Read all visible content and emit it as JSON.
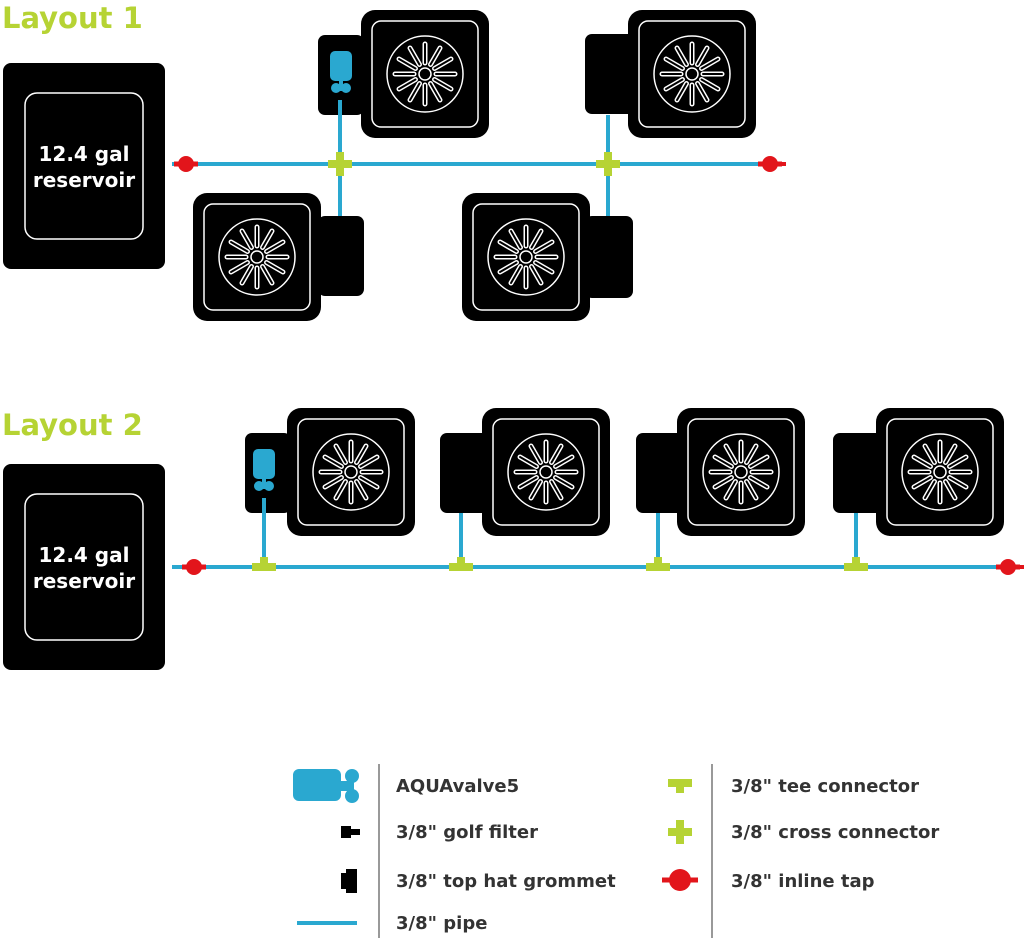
{
  "layout1": {
    "title": "Layout 1",
    "reservoir": [
      "12.4 gal",
      "reservoir"
    ]
  },
  "layout2": {
    "title": "Layout 2",
    "reservoir": [
      "12.4 gal",
      "reservoir"
    ]
  },
  "colors": {
    "pipe": "#2aa8d0",
    "connector": "#b6d334",
    "tap": "#e2151b",
    "pot": "#000000",
    "valve": "#2aa8d0"
  },
  "legend": {
    "left": [
      {
        "icon": "aquavalve-icon",
        "label": "AQUAvalve5"
      },
      {
        "icon": "golf-filter-icon",
        "label": "3/8\" golf filter"
      },
      {
        "icon": "top-hat-grommet-icon",
        "label": "3/8\" top hat grommet"
      },
      {
        "icon": "pipe-icon",
        "label": "3/8\" pipe"
      }
    ],
    "right": [
      {
        "icon": "tee-connector-icon",
        "label": "3/8\" tee connector"
      },
      {
        "icon": "cross-connector-icon",
        "label": "3/8\" cross connector"
      },
      {
        "icon": "inline-tap-icon",
        "label": "3/8\" inline tap"
      }
    ]
  }
}
